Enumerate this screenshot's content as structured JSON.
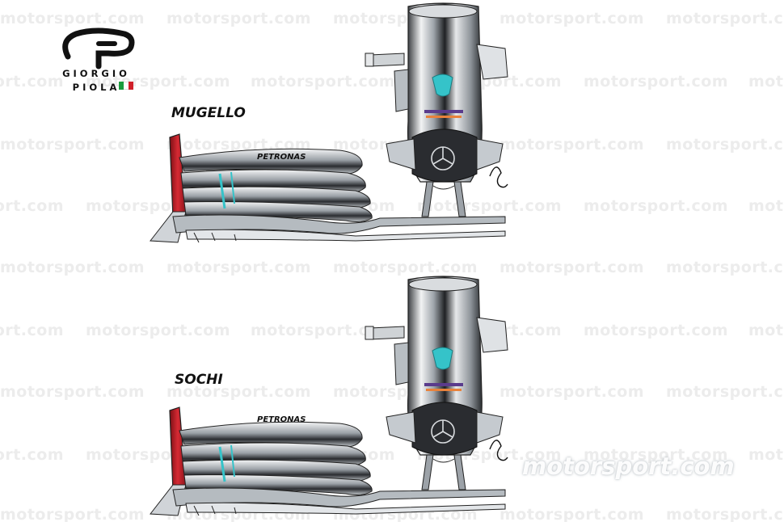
{
  "image": {
    "description_free": true
  },
  "watermark": {
    "text": "motorsport.com"
  },
  "logo": {
    "line1": "GIORGIO",
    "line2": "PIOLA"
  },
  "labels": {
    "top": "MUGELLO",
    "bottom": "SOCHI"
  },
  "colors": {
    "background": "#ffffff",
    "watermark": "#ececec",
    "silver": "#c9ced3",
    "dark": "#1d1f22",
    "teal": "#35c3c9",
    "red": "#c8202a",
    "flag_green": "#1a9b3d",
    "flag_white": "#ffffff",
    "flag_red": "#d0202a"
  },
  "icons": [
    "giorgio-piola-logo-icon",
    "mercedes-star-icon",
    "italian-flag-icon",
    "artist-signature-icon"
  ]
}
